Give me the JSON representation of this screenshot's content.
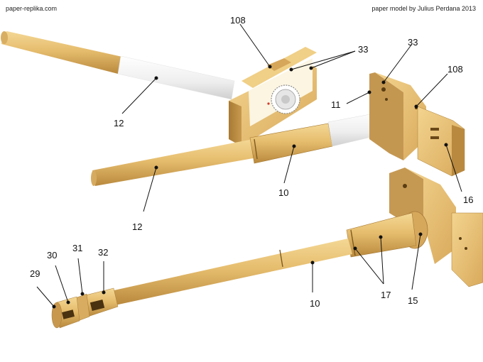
{
  "header": {
    "site": "paper-replika.com",
    "credit": "paper model by Julius Perdana 2013"
  },
  "labels": {
    "l108a": "108",
    "l33a": "33",
    "l33b": "33",
    "l108b": "108",
    "l11": "11",
    "l12a": "12",
    "l10a": "10",
    "l16": "16",
    "l12b": "12",
    "l29": "29",
    "l30": "30",
    "l31": "31",
    "l32": "32",
    "l10b": "10",
    "l17": "17",
    "l15": "15"
  },
  "colors": {
    "tan": "#e8c27a",
    "tan_dark": "#b88a3e",
    "tan_light": "#f2d79c",
    "white_part": "#f2f2f2",
    "leader": "#111111"
  }
}
